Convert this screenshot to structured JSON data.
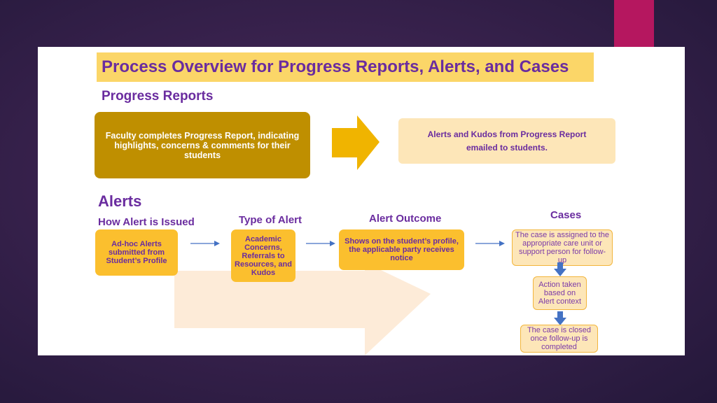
{
  "title": "Process Overview for Progress Reports, Alerts, and Cases",
  "progress_reports": {
    "heading": "Progress Reports",
    "faculty_box": "Faculty completes Progress Report, indicating highlights, concerns & comments for their students",
    "email_box": "Alerts and Kudos from Progress Report emailed to students."
  },
  "alerts": {
    "heading": "Alerts",
    "col_issued": "How Alert is Issued",
    "col_type": "Type of Alert",
    "col_outcome": "Alert Outcome",
    "col_cases": "Cases",
    "adhoc_box": "Ad-hoc Alerts submitted from Student’s Profile",
    "type_box": "Academic Concerns, Referrals to Resources, and Kudos",
    "outcome_box": "Shows on the student’s profile, the applicable party receives notice"
  },
  "cases": {
    "assigned": "The case is assigned to the appropriate care unit or support person for follow-up",
    "action": "Action taken based on Alert context",
    "closed": "The case is closed once follow-up is completed"
  },
  "colors": {
    "background": "#35204a",
    "accent": "#b5175f",
    "title_band": "#fbd668",
    "heading": "#6a2c9f",
    "gold_box": "#bf8f00",
    "orange_box": "#fbbf2e",
    "cream_box": "#fde6b8",
    "arrow_blue": "#4472c4",
    "chevron_gold": "#f0b400"
  }
}
